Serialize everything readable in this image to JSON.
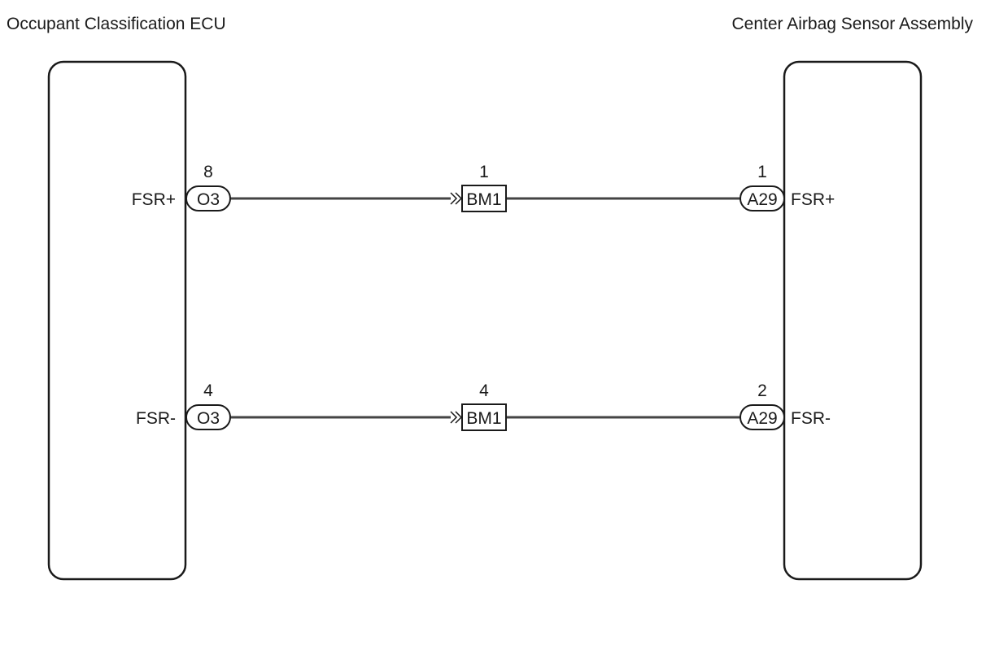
{
  "components": {
    "left": {
      "name": "Occupant Classification ECU"
    },
    "right": {
      "name": "Center Airbag Sensor Assembly"
    }
  },
  "circuits": [
    {
      "left_terminal": "FSR+",
      "left_connector": "O3",
      "left_pin": "8",
      "junction_connector": "BM1",
      "junction_pin": "1",
      "right_connector": "A29",
      "right_pin": "1",
      "right_terminal": "FSR+"
    },
    {
      "left_terminal": "FSR-",
      "left_connector": "O3",
      "left_pin": "4",
      "junction_connector": "BM1",
      "junction_pin": "4",
      "right_connector": "A29",
      "right_pin": "2",
      "right_terminal": "FSR-"
    }
  ]
}
